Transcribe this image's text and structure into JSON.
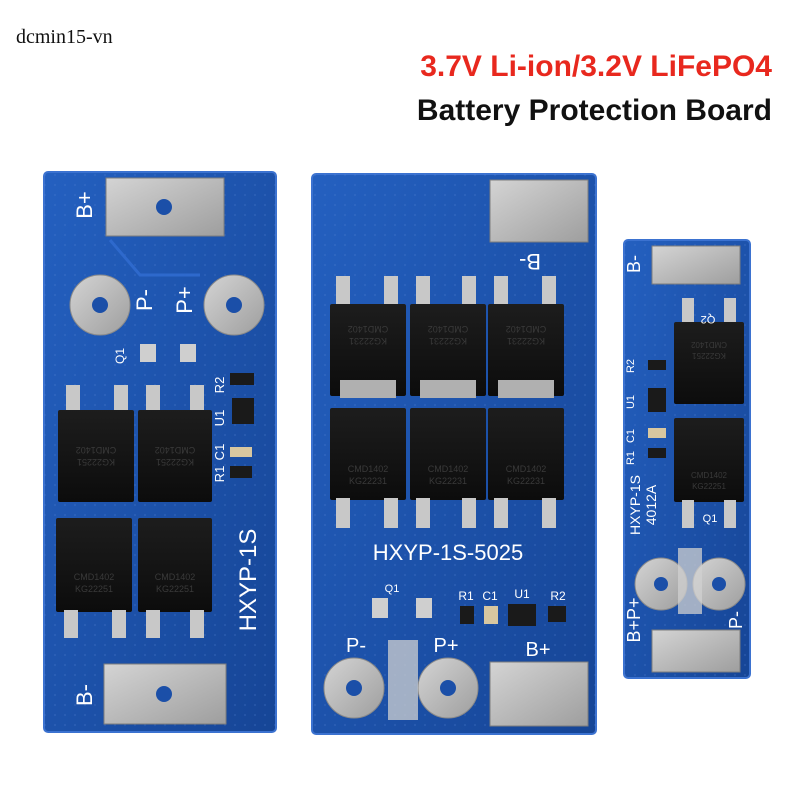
{
  "watermark": "dcmin15-vn",
  "headline": {
    "line1": "3.7V Li-ion/3.2V LiFePO4",
    "line2": "Battery Protection Board"
  },
  "colors": {
    "pcb": "#1b4fa8",
    "pcb_edge": "#2a63c4",
    "pad_silver": "#b9b9b9",
    "accent_red": "#e8281e"
  },
  "boards": [
    {
      "silk_model": "HXYP-1S",
      "labels": {
        "b_plus": "B+",
        "b_minus": "B-",
        "p_minus": "P-",
        "p_plus": "P+",
        "r1": "R1",
        "r2": "R2",
        "c1": "C1",
        "u1": "U1",
        "q1": "Q1"
      },
      "chips": [
        {
          "line1": "CMD1402",
          "line2": "KG22251"
        },
        {
          "line1": "CMD1402",
          "line2": "KG22251"
        },
        {
          "line1": "CMD1402",
          "line2": "KG22251"
        },
        {
          "line1": "CMD1402",
          "line2": "KG22251"
        }
      ]
    },
    {
      "silk_model": "HXYP-1S-5025",
      "labels": {
        "b_minus": "B-",
        "b_plus": "B+",
        "p_minus": "P-",
        "p_plus": "P+",
        "r1": "R1",
        "r2": "R2",
        "c1": "C1",
        "u1": "U1",
        "q1": "Q1"
      },
      "chips_top": [
        {
          "line1": "CMD1402",
          "line2": "KG22231"
        },
        {
          "line1": "CMD1402",
          "line2": "KG22231"
        },
        {
          "line1": "CMD1402",
          "line2": "KG22231"
        }
      ],
      "chips_bottom": [
        {
          "line1": "CMD1402",
          "line2": "KG22231"
        },
        {
          "line1": "CMD1402",
          "line2": "KG22231"
        },
        {
          "line1": "CMD1402",
          "line2": "KG22231"
        }
      ]
    },
    {
      "silk_model": "HXYP-1S",
      "silk_sub": "4012A",
      "labels": {
        "b_minus": "B-",
        "b_plus_p_plus": "B+P+",
        "p_minus": "P-",
        "r1": "R1",
        "r2": "R2",
        "c1": "C1",
        "u1": "U1",
        "q1": "Q1",
        "q2": "Q2"
      },
      "chips": [
        {
          "line1": "CMD1402",
          "line2": "KG22251"
        },
        {
          "line1": "CMD1402",
          "line2": "KG22251"
        }
      ]
    }
  ]
}
